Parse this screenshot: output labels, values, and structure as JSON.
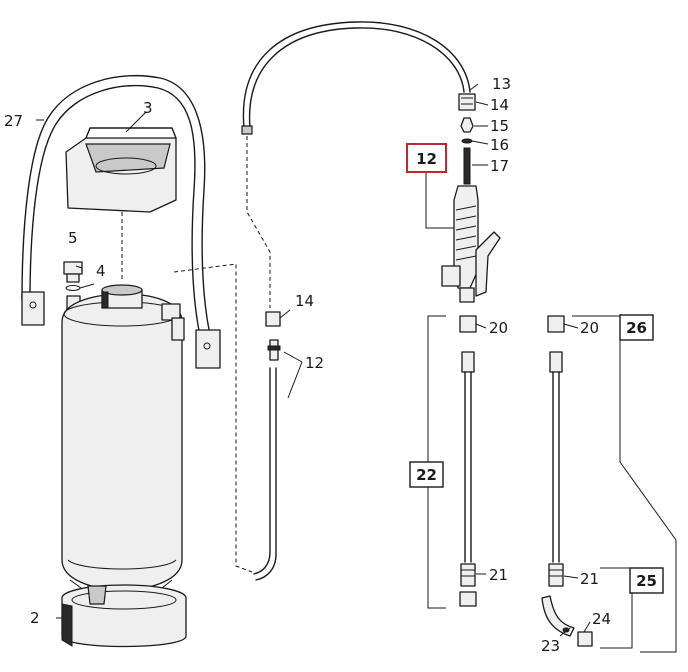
{
  "labels": {
    "n2": "2",
    "n3": "3",
    "n4": "4",
    "n5": "5",
    "n12a": "12",
    "n12b": "12",
    "n13": "13",
    "n14a": "14",
    "n14b": "14",
    "n15": "15",
    "n16": "16",
    "n17": "17",
    "n20a": "20",
    "n20b": "20",
    "n21a": "21",
    "n21b": "21",
    "n22": "22",
    "n23": "23",
    "n24": "24",
    "n25": "25",
    "n26": "26",
    "n27": "27"
  },
  "colors": {
    "stroke": "#1a1a1a",
    "highlight_box": "#c0262d",
    "part_fill": "#efefef"
  }
}
